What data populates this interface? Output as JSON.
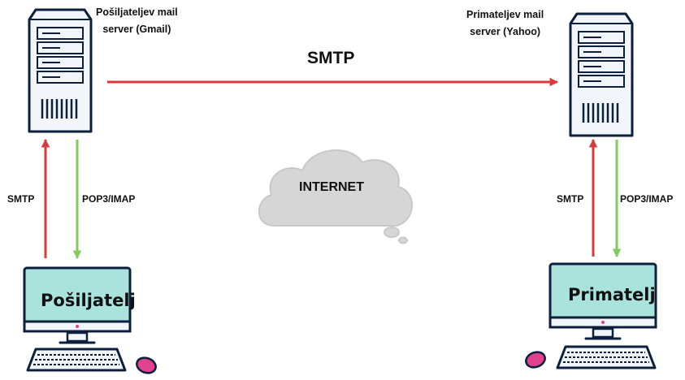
{
  "sender": {
    "server_label_line1": "Pošiljateljev mail",
    "server_label_line2": "server (Gmail)",
    "computer_label": "Pošiljatelj",
    "upload_protocol": "SMTP",
    "download_protocol": "POP3/IMAP"
  },
  "recipient": {
    "server_label_line1": "Primateljev mail",
    "server_label_line2": "server (Yahoo)",
    "computer_label": "Primatelj",
    "upload_protocol": "SMTP",
    "download_protocol": "POP3/IMAP"
  },
  "server_to_server_protocol": "SMTP",
  "network_label": "INTERNET",
  "colors": {
    "outline": "#0c1f3d",
    "server_fill": "#f2f6fb",
    "smtp_arrow": "#d93a3a",
    "pop_arrow": "#7ecb5e",
    "screen": "#a9e3dc",
    "cloud": "#d6d6d6",
    "mouse": "#e0428c"
  }
}
